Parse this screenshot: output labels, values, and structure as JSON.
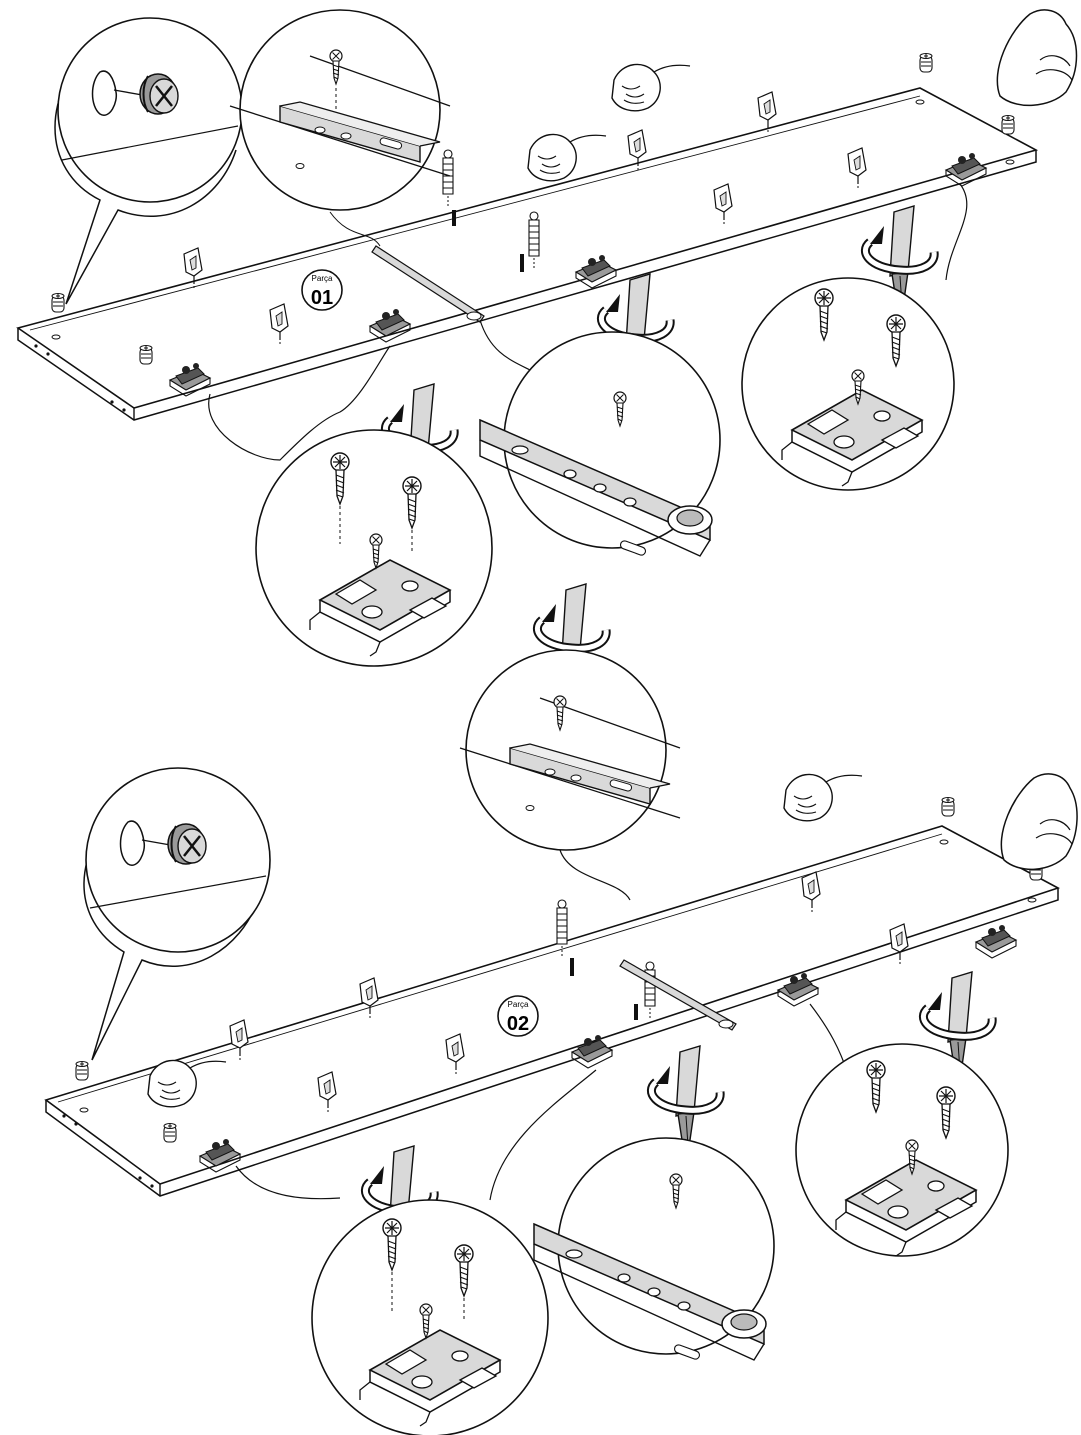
{
  "page": {
    "background": "#ffffff",
    "ink": "#111111",
    "metal": "#d9d9d9",
    "shade": "#9a9a9a"
  },
  "parts": [
    {
      "word": "Parça",
      "number": "01"
    },
    {
      "word": "Parça",
      "number": "02"
    }
  ],
  "icons": {
    "cam_lock": "cam-lock-icon",
    "hinge_plate": "hinge-mounting-plate-icon",
    "screw": "wood-screw-icon",
    "screwdriver": "screwdriver-icon",
    "rotate_arrow": "rotate-arrow-icon",
    "hand": "hand-icon",
    "shelf_pin": "shelf-support-pin-icon",
    "dowel": "dowel-icon",
    "drawer_runner": "drawer-runner-icon"
  }
}
